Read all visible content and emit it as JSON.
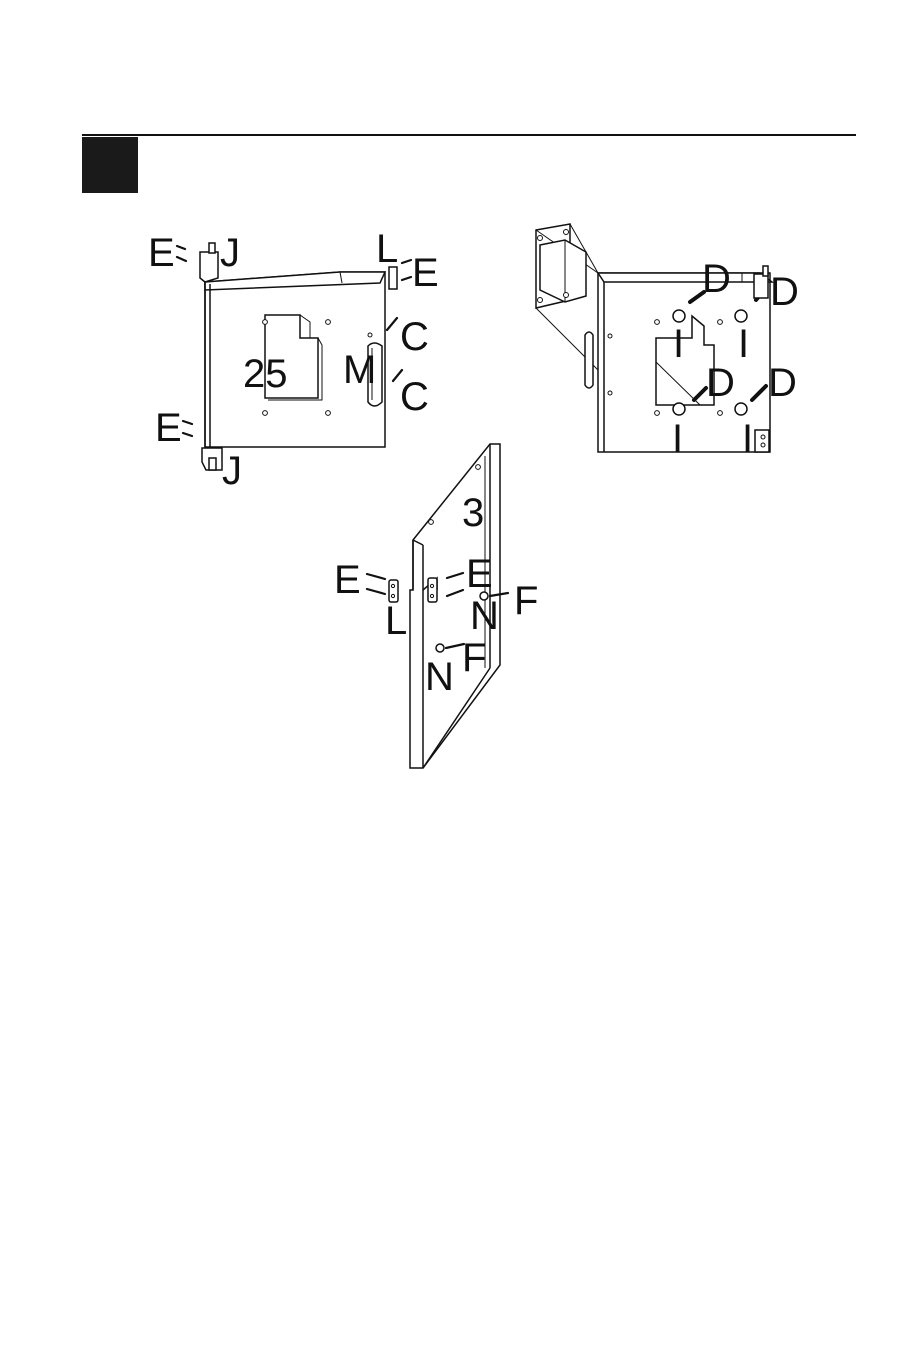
{
  "step": {
    "number_box": ""
  },
  "panel_left": {
    "labels": {
      "e_top": "E",
      "j_top": "J",
      "l_top": "L",
      "e_right": "E",
      "c_upper": "C",
      "m": "M",
      "panel_no": "25",
      "c_lower": "C",
      "e_bottom": "E",
      "j_bottom": "J"
    }
  },
  "panel_right": {
    "labels": {
      "d_top_left": "D",
      "d_top_right": "D",
      "i_upper_left": "I",
      "i_upper_right": "I",
      "d_mid_left": "D",
      "d_mid_right": "D",
      "i_lower_left": "I",
      "i_lower_right": "I"
    }
  },
  "panel_bottom": {
    "labels": {
      "panel_no": "3",
      "e_left": "E",
      "l": "L",
      "e_right": "E",
      "f_upper": "F",
      "n_upper": "N",
      "f_lower": "F",
      "n_lower": "N"
    }
  }
}
